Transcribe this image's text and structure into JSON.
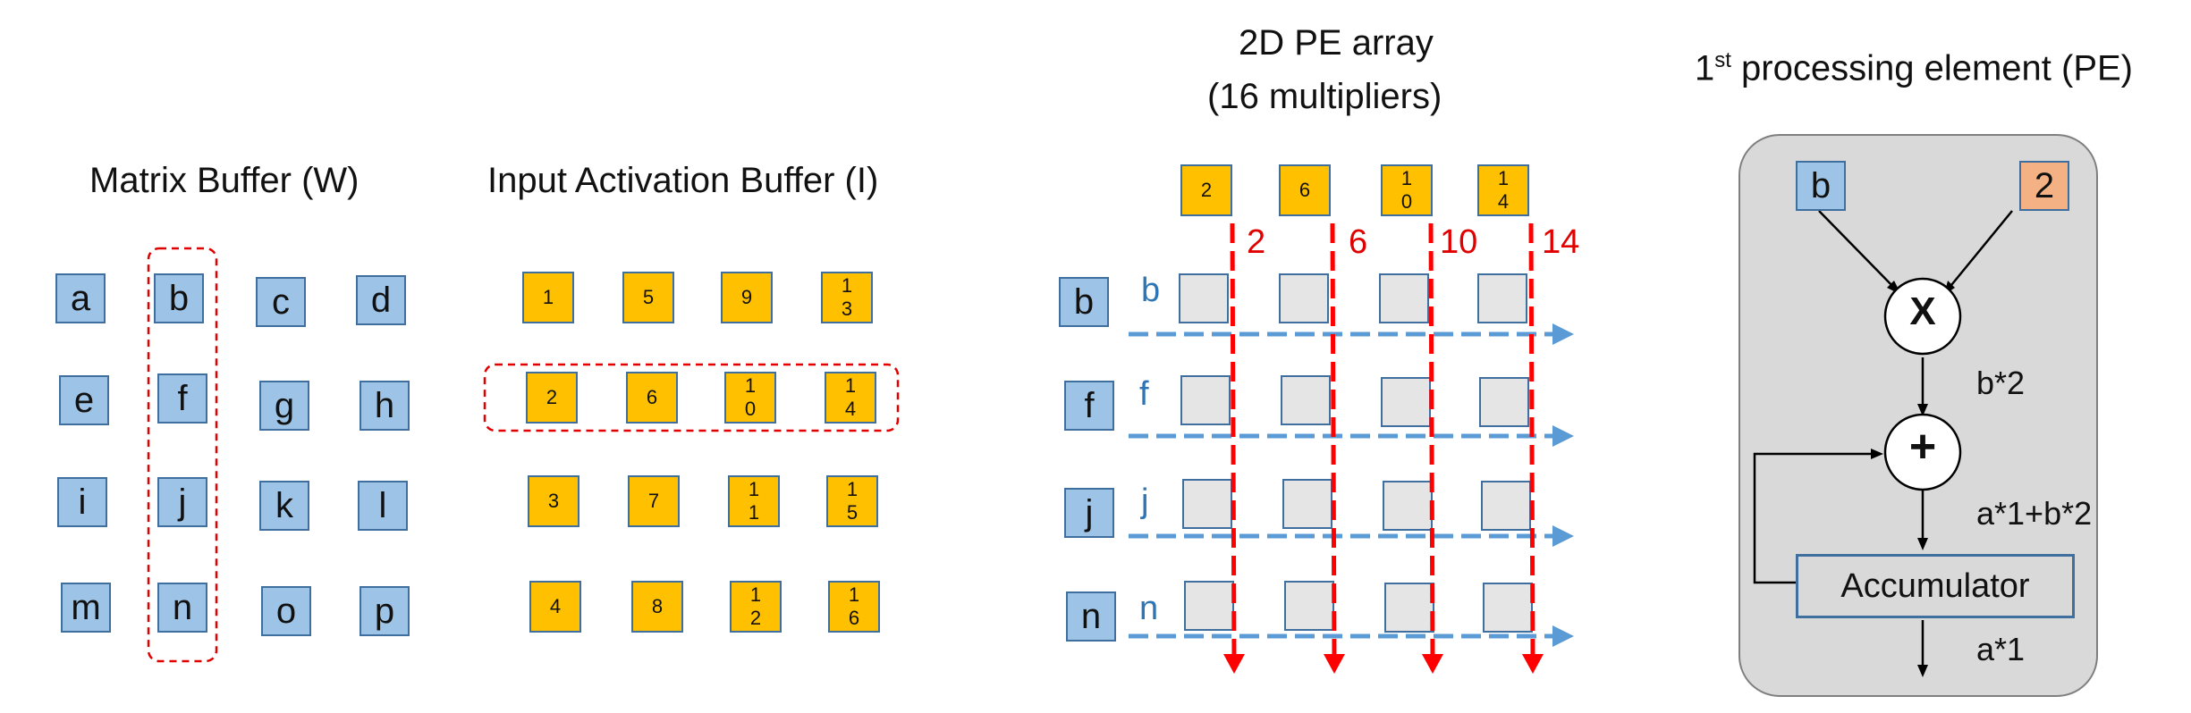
{
  "titles": {
    "matrix": "Matrix Buffer (W)",
    "input": "Input Activation Buffer (I)",
    "pe_array_line1": "2D PE array",
    "pe_array_line2": "(16 multipliers)",
    "pe_title_prefix": "1",
    "pe_title_sup": "st",
    "pe_title_rest": " processing element (PE)"
  },
  "matrix_rows": [
    [
      "a",
      "b",
      "c",
      "d"
    ],
    [
      "e",
      "f",
      "g",
      "h"
    ],
    [
      "i",
      "j",
      "k",
      "l"
    ],
    [
      "m",
      "n",
      "o",
      "p"
    ]
  ],
  "input_rows": [
    [
      "1",
      "5",
      "9",
      "13"
    ],
    [
      "2",
      "6",
      "10",
      "14"
    ],
    [
      "3",
      "7",
      "11",
      "15"
    ],
    [
      "4",
      "8",
      "12",
      "16"
    ]
  ],
  "array_top_inputs": [
    "2",
    "6",
    "10",
    "14"
  ],
  "array_row_weights": [
    "b",
    "f",
    "j",
    "n"
  ],
  "pe_detail": {
    "w": "b",
    "i": "2",
    "mul": "X",
    "add": "+",
    "product": "b*2",
    "sum": "a*1+b*2",
    "accumulator": "Accumulator",
    "out": "a*1"
  },
  "colors": {
    "weight_fill": "#9dc3e6",
    "input_fill": "#ffc000",
    "pe_fill": "#e5e5e5",
    "column_arrow": "#ff0000",
    "row_arrow": "#5b9bd5",
    "pe_input_fill": "#f4b183"
  }
}
